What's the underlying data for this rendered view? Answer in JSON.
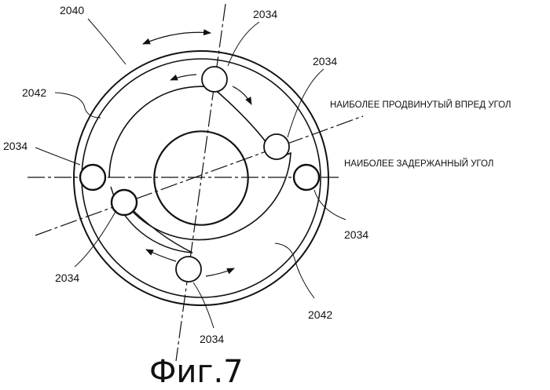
{
  "figure": {
    "caption": "Фиг.7",
    "labels": {
      "most_advanced": "НАИБОЛЕЕ ПРОДВИНУТЫЙ ВПРЕД УГОЛ",
      "most_retarded": "НАИБОЛЕЕ ЗАДЕРЖАННЫЙ УГОЛ"
    },
    "refs": {
      "r2040": "2040",
      "r2034_top": "2034",
      "r2034_upper_right": "2034",
      "r2042_left": "2042",
      "r2034_left": "2034",
      "r2034_right": "2034",
      "r2034_lower_left": "2034",
      "r2042_bottom": "2042",
      "r2034_bottom": "2034"
    }
  },
  "colors": {
    "ink": "#111111",
    "paper": "#ffffff"
  }
}
